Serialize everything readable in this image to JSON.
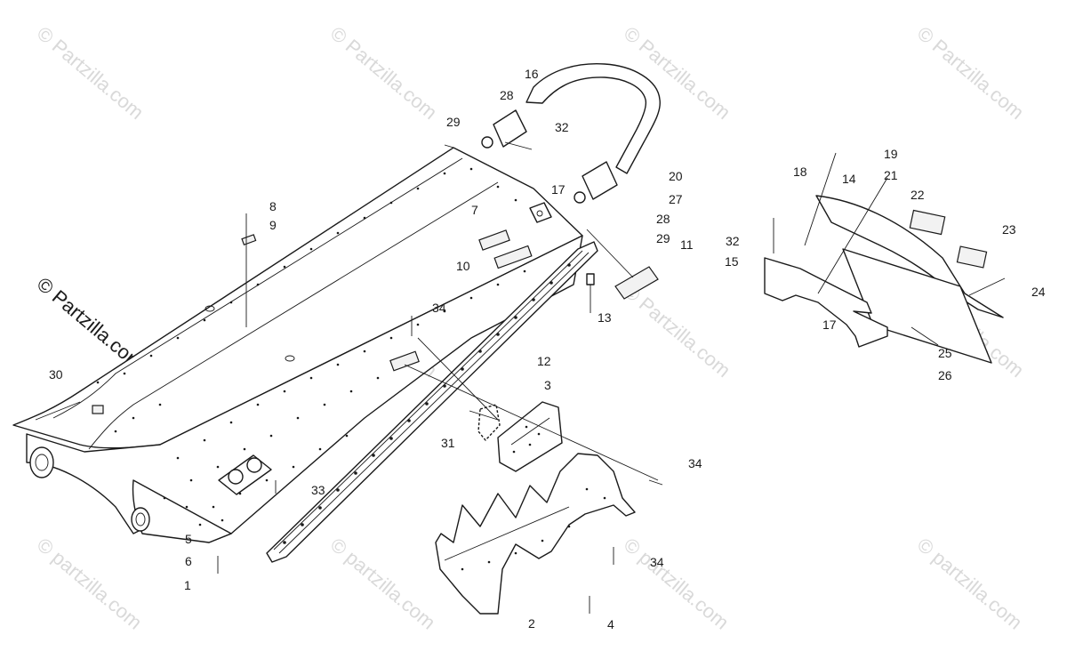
{
  "watermark": {
    "text": "© Partzilla.com",
    "lower_text": "© partzilla.com",
    "banner_text": "© Partzilla.com"
  },
  "callouts": {
    "c1": "1",
    "c2": "2",
    "c3": "3",
    "c4": "4",
    "c5": "5",
    "c6": "6",
    "c7": "7",
    "c8": "8",
    "c9": "9",
    "c10": "10",
    "c11": "11",
    "c12": "12",
    "c13": "13",
    "c14": "14",
    "c15": "15",
    "c16": "16",
    "c17a": "17",
    "c17b": "17",
    "c18": "18",
    "c19": "19",
    "c20": "20",
    "c21": "21",
    "c22": "22",
    "c23": "23",
    "c24": "24",
    "c25": "25",
    "c26": "26",
    "c27": "27",
    "c28a": "28",
    "c28b": "28",
    "c29a": "29",
    "c29b": "29",
    "c30": "30",
    "c31": "31",
    "c32a": "32",
    "c32b": "32",
    "c33": "33",
    "c34a": "34",
    "c34b": "34",
    "c34c": "34"
  },
  "colors": {
    "line": "#1a1a1a",
    "watermark": "#d9d9d9",
    "background": "#ffffff"
  }
}
